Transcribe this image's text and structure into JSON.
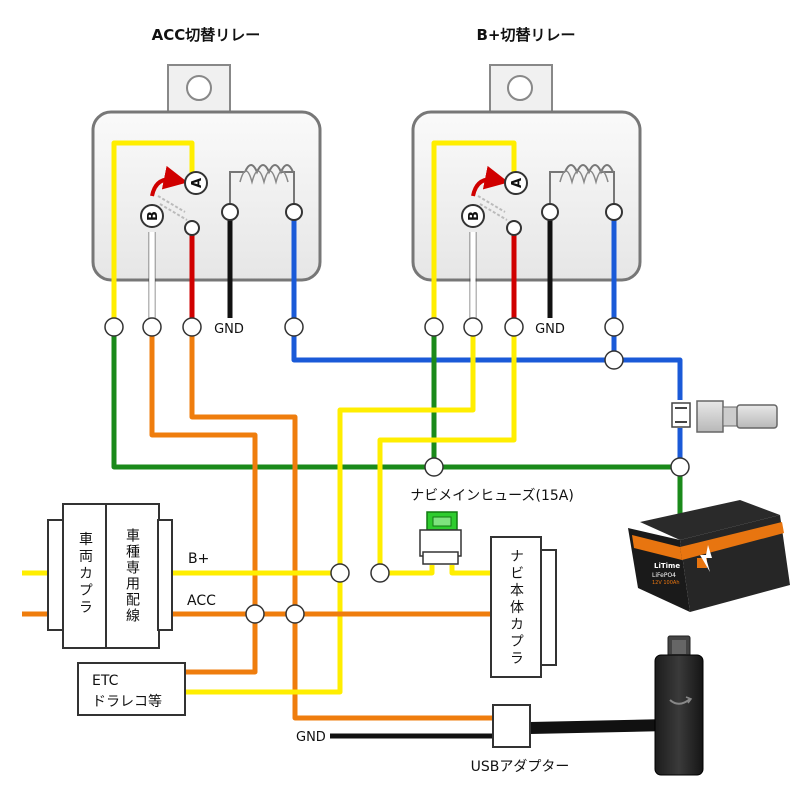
{
  "colors": {
    "yellow": "#ffee00",
    "green": "#1a8a1a",
    "orange": "#ef7d0d",
    "blue": "#1a5ad8",
    "red": "#d00000",
    "black": "#111111",
    "white": "#ffffff",
    "relay_body": "#f2f2f2"
  },
  "relays": {
    "acc": {
      "title": "ACC切替リレー",
      "pin_a": "A",
      "pin_b": "B",
      "gnd": "GND"
    },
    "bplus": {
      "title": "B+切替リレー",
      "pin_a": "A",
      "pin_b": "B",
      "gnd": "GND"
    }
  },
  "vehicle_coupler": {
    "label": "車両カプラ"
  },
  "vehicle_harness": {
    "label": "車種専用配線"
  },
  "wires": {
    "bplus": "B+",
    "acc": "ACC",
    "gnd": "GND"
  },
  "etc_box": {
    "line1": "ETC",
    "line2": "ドラレコ等"
  },
  "fuse": {
    "label": "ナビメインヒューズ(15A)"
  },
  "nav_coupler": {
    "label": "ナビ本体カプラ"
  },
  "usb_adapter": {
    "label": "USBアダプター"
  },
  "battery": {
    "brand": "LiTime",
    "model": "LiFePO4",
    "spec": "12V 100Ah"
  }
}
